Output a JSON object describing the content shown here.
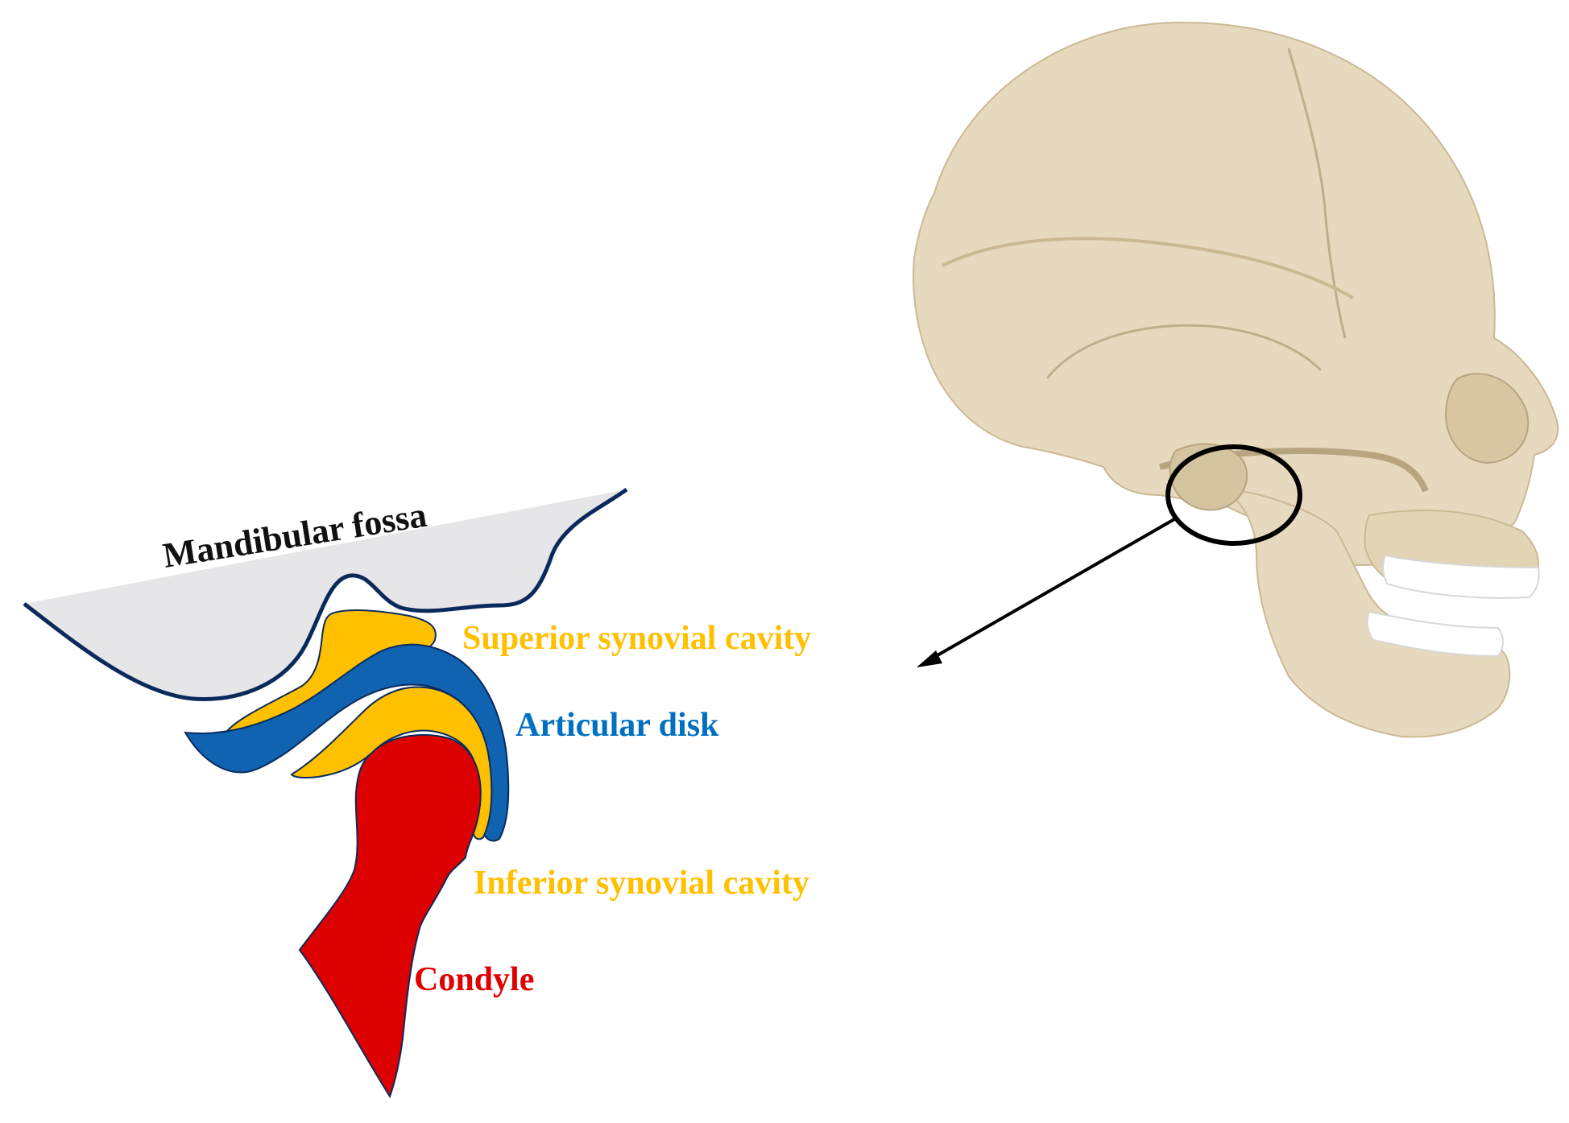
{
  "labels": {
    "mandibular_fossa": "Mandibular fossa",
    "superior_synovial_cavity": "Superior synovial cavity",
    "articular_disk": "Articular disk",
    "inferior_synovial_cavity": "Inferior synovial cavity",
    "condyle": "Condyle"
  },
  "colors": {
    "fossa_fill": "#e6e6e8",
    "outline": "#0b2a5c",
    "synovial": "#ffc000",
    "disk": "#0f63b0",
    "condyle": "#dd0000",
    "label_black": "#111111",
    "label_yellow": "#ffc000",
    "label_blue": "#0070c0",
    "label_red": "#e00000",
    "bone": "#e6d9bd",
    "bone_shade": "#cbb994",
    "bone_dark": "#a8946e",
    "teeth": "#ffffff",
    "callout": "#000000"
  }
}
